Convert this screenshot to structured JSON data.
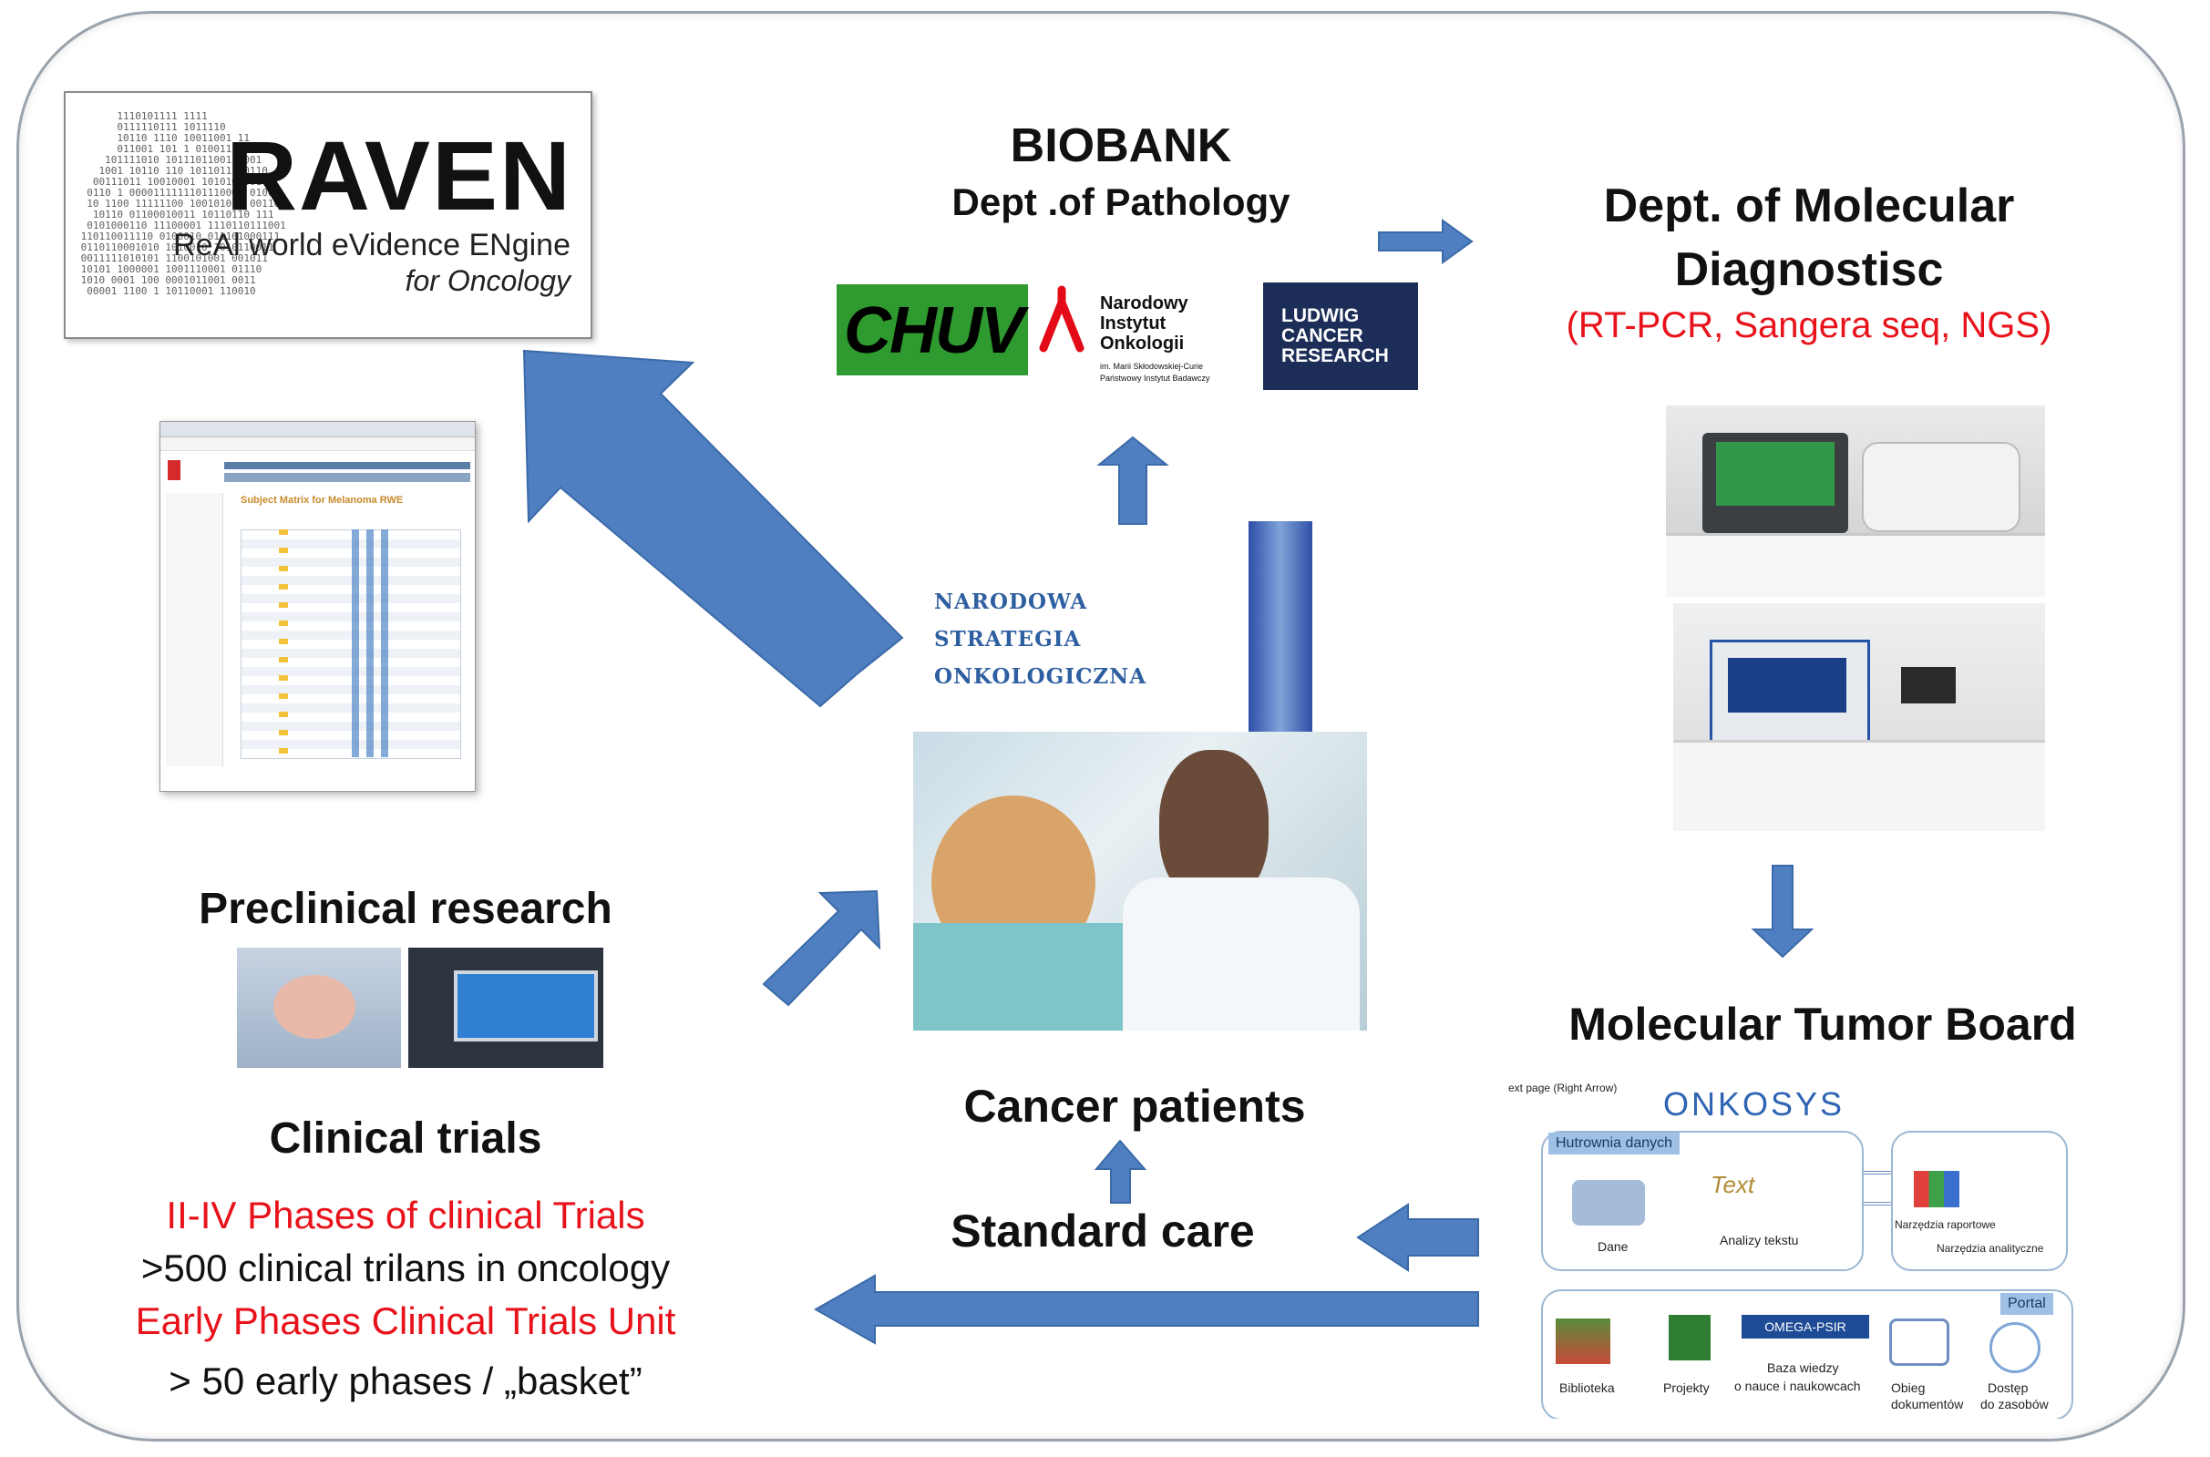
{
  "raven": {
    "title": "RAVEN",
    "subtitle": "ReAl world eVidence ENgine",
    "subtitle2": "for Oncology"
  },
  "biobank": {
    "title": "BIOBANK",
    "dept": "Dept .of  Pathology",
    "logo_chuv": "CHUV",
    "logo_nio_line1": "Narodowy",
    "logo_nio_line2": "Instytut",
    "logo_nio_line3": "Onkologii",
    "logo_nio_line4": "im. Marii Skłodowskiej-Curie",
    "logo_nio_line5": "Państwowy Instytut Badawczy",
    "logo_ludwig_line1": "LUDWIG",
    "logo_ludwig_line2": "CANCER",
    "logo_ludwig_line3": "RESEARCH"
  },
  "molecular": {
    "title_line1": "Dept. of Molecular",
    "title_line2": "Diagnostisc",
    "methods": "(RT-PCR, Sangera seq, NGS)"
  },
  "nso": {
    "line1": "NARODOWA",
    "line2": "STRATEGIA",
    "line3": "ONKOLOGICZNA"
  },
  "preclinical": {
    "title": "Preclinical research"
  },
  "clinical": {
    "title": "Clinical trials",
    "line1": "II-IV Phases of clinical Trials",
    "line2": ">500 clinical trilans in oncology",
    "line3": "Early Phases Clinical Trials Unit",
    "line4": "> 50 early phases / „basket”"
  },
  "center": {
    "patients": "Cancer patients",
    "standard": "Standard care"
  },
  "mtb": {
    "title": "Molecular Tumor Board",
    "onkosys_logo": "ONKOSYS",
    "corner_note": "ext page (Right Arrow)",
    "section1": "Hutrownia danych",
    "label_dane": "Dane",
    "label_analizy": "Analizy tekstu",
    "label_narz_raport": "Narzędzia raportowe",
    "label_narz_anal": "Narzędzia analityczne",
    "label_portal": "Portal",
    "label_biblioteka": "Biblioteka",
    "label_projekty": "Projekty",
    "label_omega": "OMEGA-PSIR",
    "label_baza1": "Baza wiedzy",
    "label_baza2": "o nauce i naukowcach",
    "label_obieg1": "Obieg",
    "label_obieg2": "dokumentów",
    "label_dostep1": "Dostęp",
    "label_dostep2": "do zasobów"
  },
  "openclinica": {
    "heading": "Subject Matrix for Melanoma RWE"
  },
  "colors": {
    "arrow": "#4f7fc0",
    "accent_red": "#e8121b",
    "nso_blue": "#2e5fa0"
  }
}
